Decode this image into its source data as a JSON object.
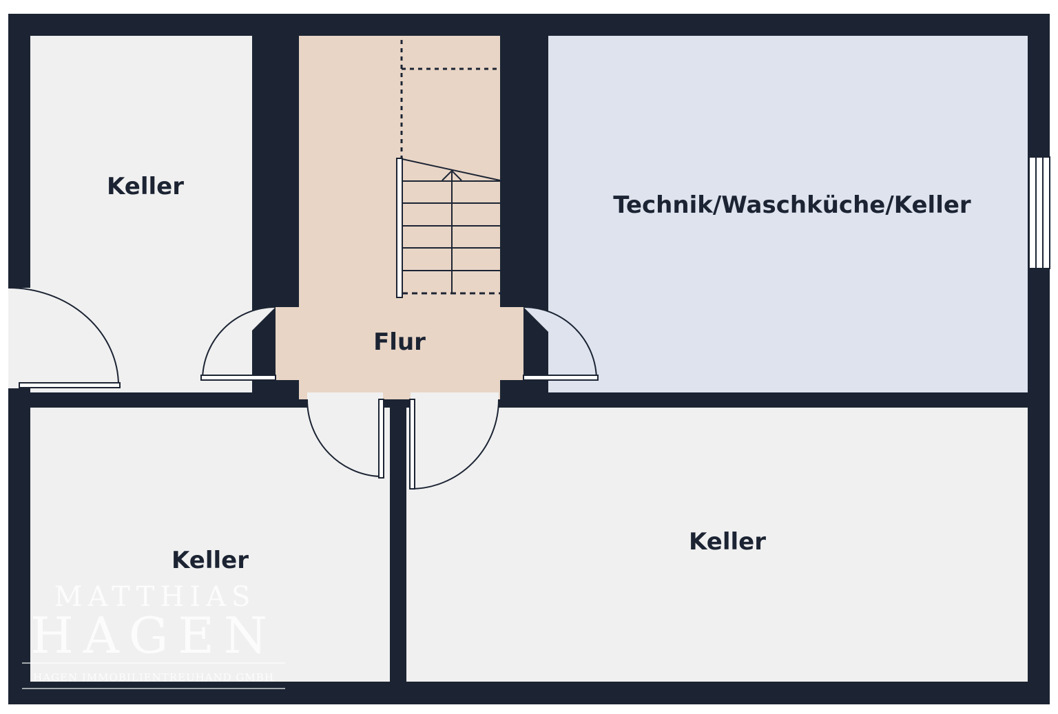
{
  "colors": {
    "wall": "#1c2433",
    "room": "#f0f0f0",
    "hall": "#e8d5c6",
    "technik": "#dee3ee",
    "line": "#1c2433"
  },
  "rooms": {
    "keller_top_left": "Keller",
    "flur": "Flur",
    "technik": "Technik/Waschküche/Keller",
    "keller_bottom_left": "Keller",
    "keller_bottom_right": "Keller"
  },
  "watermark": {
    "line1": "MATTHIAS",
    "line2": "HAGEN",
    "line3": "HAGEN IMMOBILIENTREUHAND GMBH"
  }
}
